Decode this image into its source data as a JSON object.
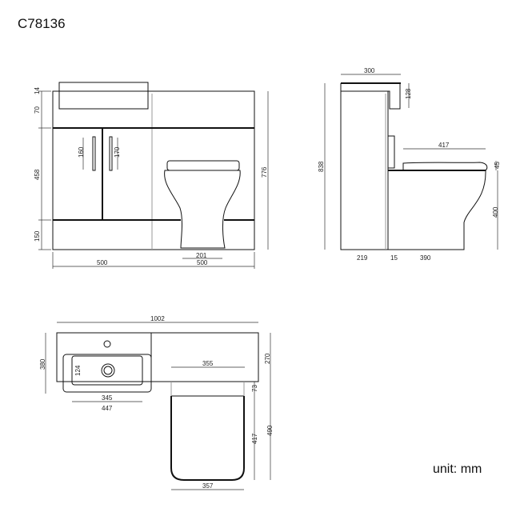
{
  "title": "C78136",
  "unit_label": "unit: mm",
  "front_view": {
    "height_top": "14",
    "height_counter": "70",
    "height_doors": "458",
    "height_plinth": "150",
    "handle_left": "160",
    "handle_right": "170",
    "total_height": "776",
    "pan_base": "201",
    "width_left": "500",
    "width_right": "500"
  },
  "side_view": {
    "top_depth": "300",
    "basin_drop": "128",
    "total_height": "838",
    "seat_length": "417",
    "seat_thickness": "45",
    "pan_height": "400",
    "cabinet_depth": "219",
    "gap": "15",
    "pan_depth": "390"
  },
  "plan_view": {
    "total_width": "1002",
    "basin_depth": "380",
    "counter_depth": "270",
    "cistern_width": "355",
    "bowl_depth": "124",
    "bowl_width": "345",
    "basin_width": "447",
    "seat_offset": "73",
    "seat_length": "417",
    "toilet_projection": "490",
    "seat_width": "357"
  }
}
